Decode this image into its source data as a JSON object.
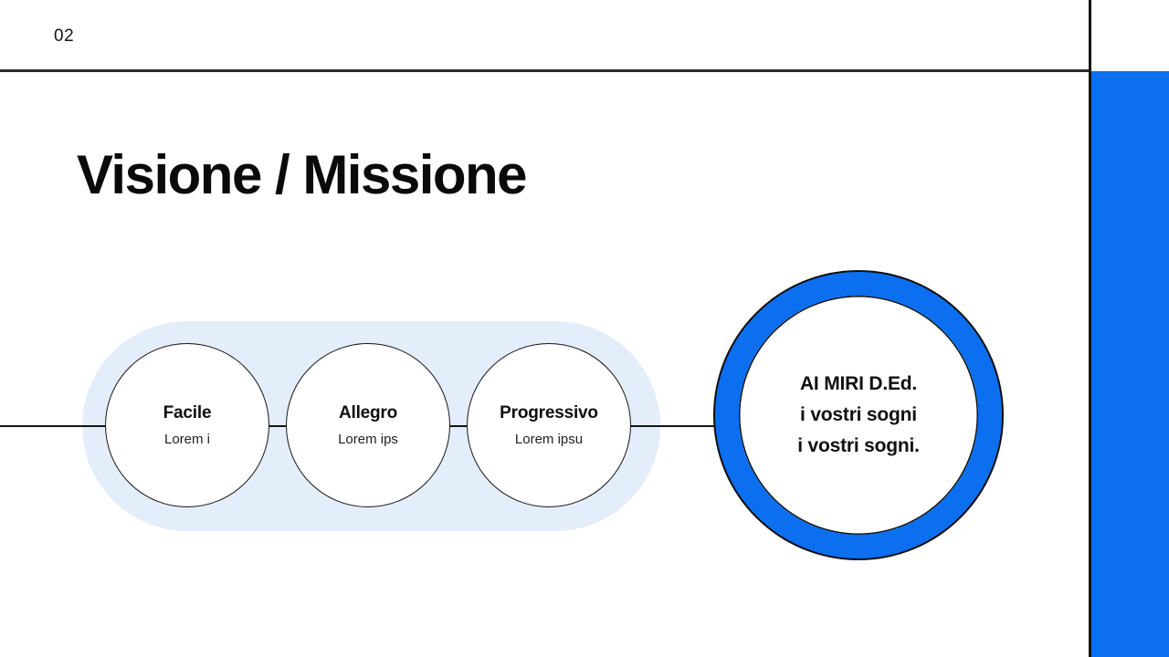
{
  "slide": {
    "page_number": "02",
    "title": "Visione / Missione"
  },
  "colors": {
    "accent_blue": "#0B6FF0",
    "pill_bg": "#E4EDFA",
    "rule_dark": "#2B2B2B",
    "line_black": "#141414",
    "text_primary": "#0D0D0D",
    "text_secondary": "#1F1F1F"
  },
  "process": {
    "steps": [
      {
        "label": "Facile",
        "description": "Lorem i"
      },
      {
        "label": "Allegro",
        "description": "Lorem ips"
      },
      {
        "label": "Progressivo",
        "description": "Lorem ipsu"
      }
    ]
  },
  "highlight": {
    "line1": "AI MIRI D.Ed.",
    "line2": "i vostri sogni",
    "line3": "i vostri sogni."
  }
}
